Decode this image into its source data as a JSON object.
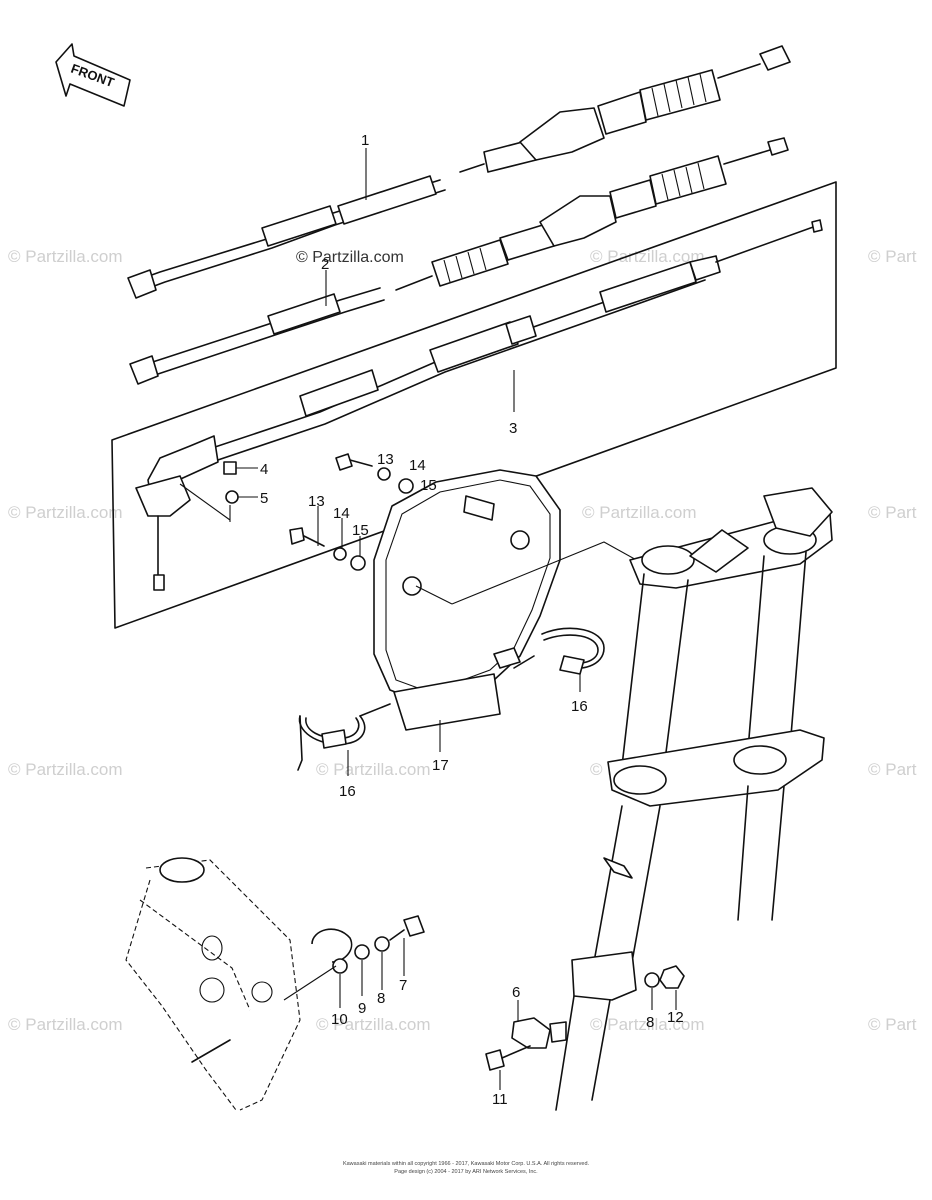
{
  "brand": {
    "watermark": "© Partzilla.com",
    "watermark_partial": "© Part",
    "watermark_center": "© Partzilla.com"
  },
  "front_arrow": {
    "label": "FRONT"
  },
  "callouts": [
    {
      "id": "c1",
      "label": "1"
    },
    {
      "id": "c2",
      "label": "2"
    },
    {
      "id": "c3",
      "label": "3"
    },
    {
      "id": "c4",
      "label": "4"
    },
    {
      "id": "c5",
      "label": "5"
    },
    {
      "id": "c13a",
      "label": "13"
    },
    {
      "id": "c14a",
      "label": "14"
    },
    {
      "id": "c15a",
      "label": "15"
    },
    {
      "id": "c13b",
      "label": "13"
    },
    {
      "id": "c14b",
      "label": "14"
    },
    {
      "id": "c15b",
      "label": "15"
    },
    {
      "id": "c16a",
      "label": "16"
    },
    {
      "id": "c16b",
      "label": "16"
    },
    {
      "id": "c17",
      "label": "17"
    },
    {
      "id": "c7",
      "label": "7"
    },
    {
      "id": "c8a",
      "label": "8"
    },
    {
      "id": "c9",
      "label": "9"
    },
    {
      "id": "c10",
      "label": "10"
    },
    {
      "id": "c6",
      "label": "6"
    },
    {
      "id": "c8b",
      "label": "8"
    },
    {
      "id": "c12",
      "label": "12"
    },
    {
      "id": "c11",
      "label": "11"
    }
  ],
  "footer": {
    "line1": "Kawasaki materials within all copyright 1966 - 2017, Kawasaki Motor Corp. U.S.A.  All rights reserved.",
    "line2": "Page design (c) 2004 - 2017 by ARI Network Services, Inc."
  }
}
